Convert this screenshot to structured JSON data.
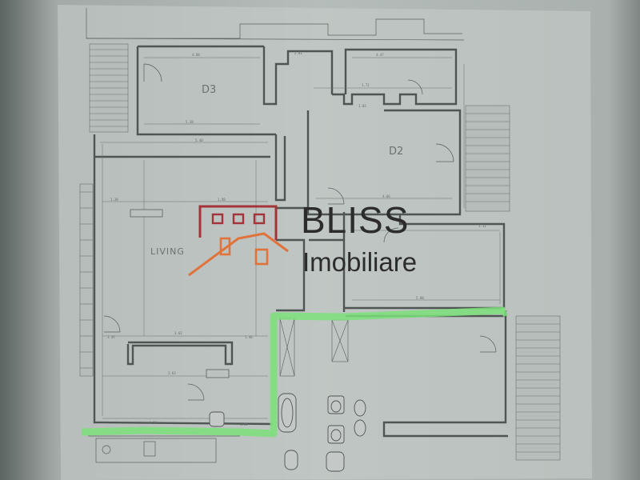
{
  "plan": {
    "room_labels": {
      "d3": "D3",
      "d2": "D2",
      "living": "LIVING"
    },
    "dimensions": {
      "d3_width": "4.68",
      "d3_bottom": "5.38",
      "living_top": "5.40",
      "living_mid": "1.38",
      "living_right": "1.98",
      "d2_bottom": "4.66",
      "d2_top": "1.02",
      "corridor": "5.00",
      "kitchen_top": "3.62",
      "kitchen_left": "1.35",
      "kitchen_mid": "2.63",
      "kitchen_right": "1.46",
      "bottom_left": "4.30",
      "bottom_right": "1.65",
      "top_small": "4.47",
      "top_mid": "2.01",
      "bath_dim": "1.72",
      "right_dim": "1.12"
    },
    "highlight_color": "#7be07a",
    "line_color": "#4f5553"
  },
  "logo": {
    "name": "BLISS",
    "tagline": "Imobiliare",
    "house_color": "#e0733b",
    "frame_color": "#a2343a"
  }
}
